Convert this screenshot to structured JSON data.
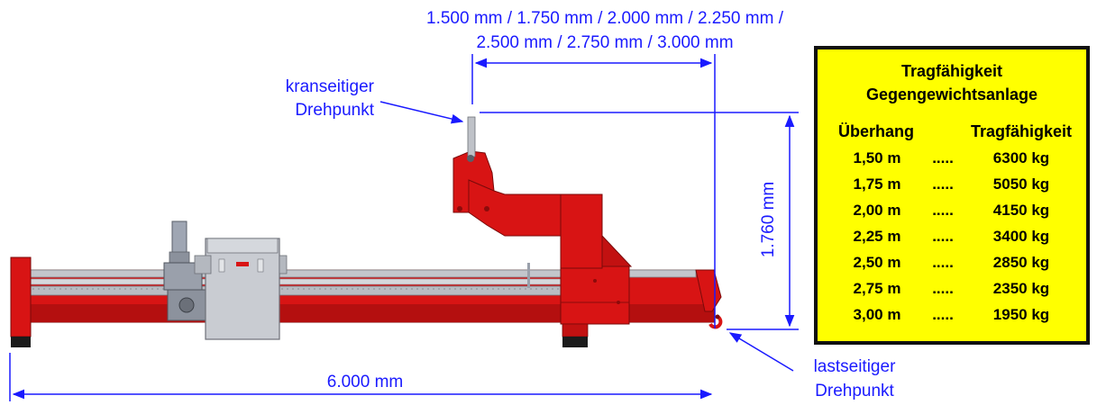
{
  "dimensions": {
    "overhang_line1": "1.500 mm / 1.750 mm / 2.000 mm / 2.250 mm /",
    "overhang_line2": "2.500 mm / 2.750 mm / 3.000 mm",
    "height": "1.760 mm",
    "length": "6.000 mm"
  },
  "labels": {
    "crane_pivot_line1": "kranseitiger",
    "crane_pivot_line2": "Drehpunkt",
    "load_pivot_line1": "lastseitiger",
    "load_pivot_line2": "Drehpunkt"
  },
  "table": {
    "title_line1": "Tragfähigkeit",
    "title_line2": "Gegengewichtsanlage",
    "col_overhang": "Überhang",
    "col_capacity": "Tragfähigkeit",
    "rows": [
      {
        "overhang": "1,50 m",
        "sep": ".....",
        "capacity": "6300 kg"
      },
      {
        "overhang": "1,75 m",
        "sep": ".....",
        "capacity": "5050 kg"
      },
      {
        "overhang": "2,00 m",
        "sep": ".....",
        "capacity": "4150 kg"
      },
      {
        "overhang": "2,25 m",
        "sep": ".....",
        "capacity": "3400 kg"
      },
      {
        "overhang": "2,50 m",
        "sep": ".....",
        "capacity": "2850 kg"
      },
      {
        "overhang": "2,75 m",
        "sep": ".....",
        "capacity": "2350 kg"
      },
      {
        "overhang": "3,00 m",
        "sep": ".....",
        "capacity": "1950 kg"
      }
    ]
  },
  "colors": {
    "frame_red": "#d81414",
    "dimension_blue": "#1a1aff",
    "table_yellow": "#ffff00",
    "rail_gray": "#bfc2c8",
    "box_gray": "#c9ccd2"
  }
}
